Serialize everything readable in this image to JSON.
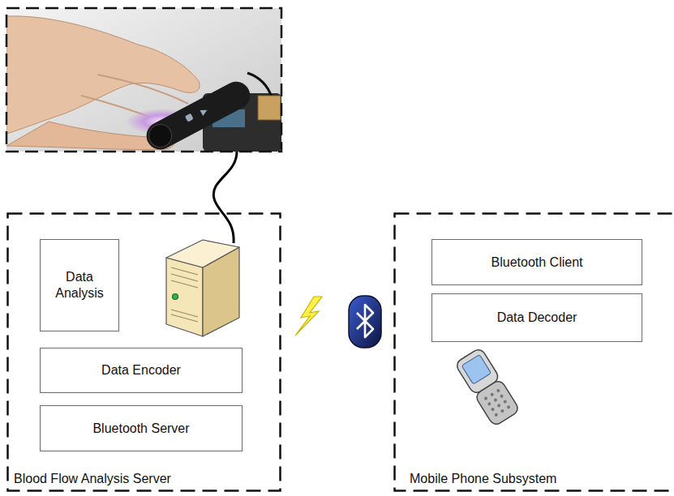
{
  "diagram": {
    "nodes": [
      {
        "text": [
          "Blood Flow Analysis Server"
        ]
      },
      {
        "text": [
          "Data Analysis"
        ],
        "in": 0
      },
      {
        "text": [
          "Data Encoder"
        ],
        "in": 0
      },
      {
        "text": [
          "Bluetooth Server"
        ],
        "in": 0
      },
      {
        "text": [
          "Mobile Phone Subsystem"
        ]
      },
      {
        "text": [
          "Bluetooth Client"
        ],
        "in": 4
      },
      {
        "text": [
          "Data Decoder"
        ],
        "in": 4
      }
    ]
  }
}
